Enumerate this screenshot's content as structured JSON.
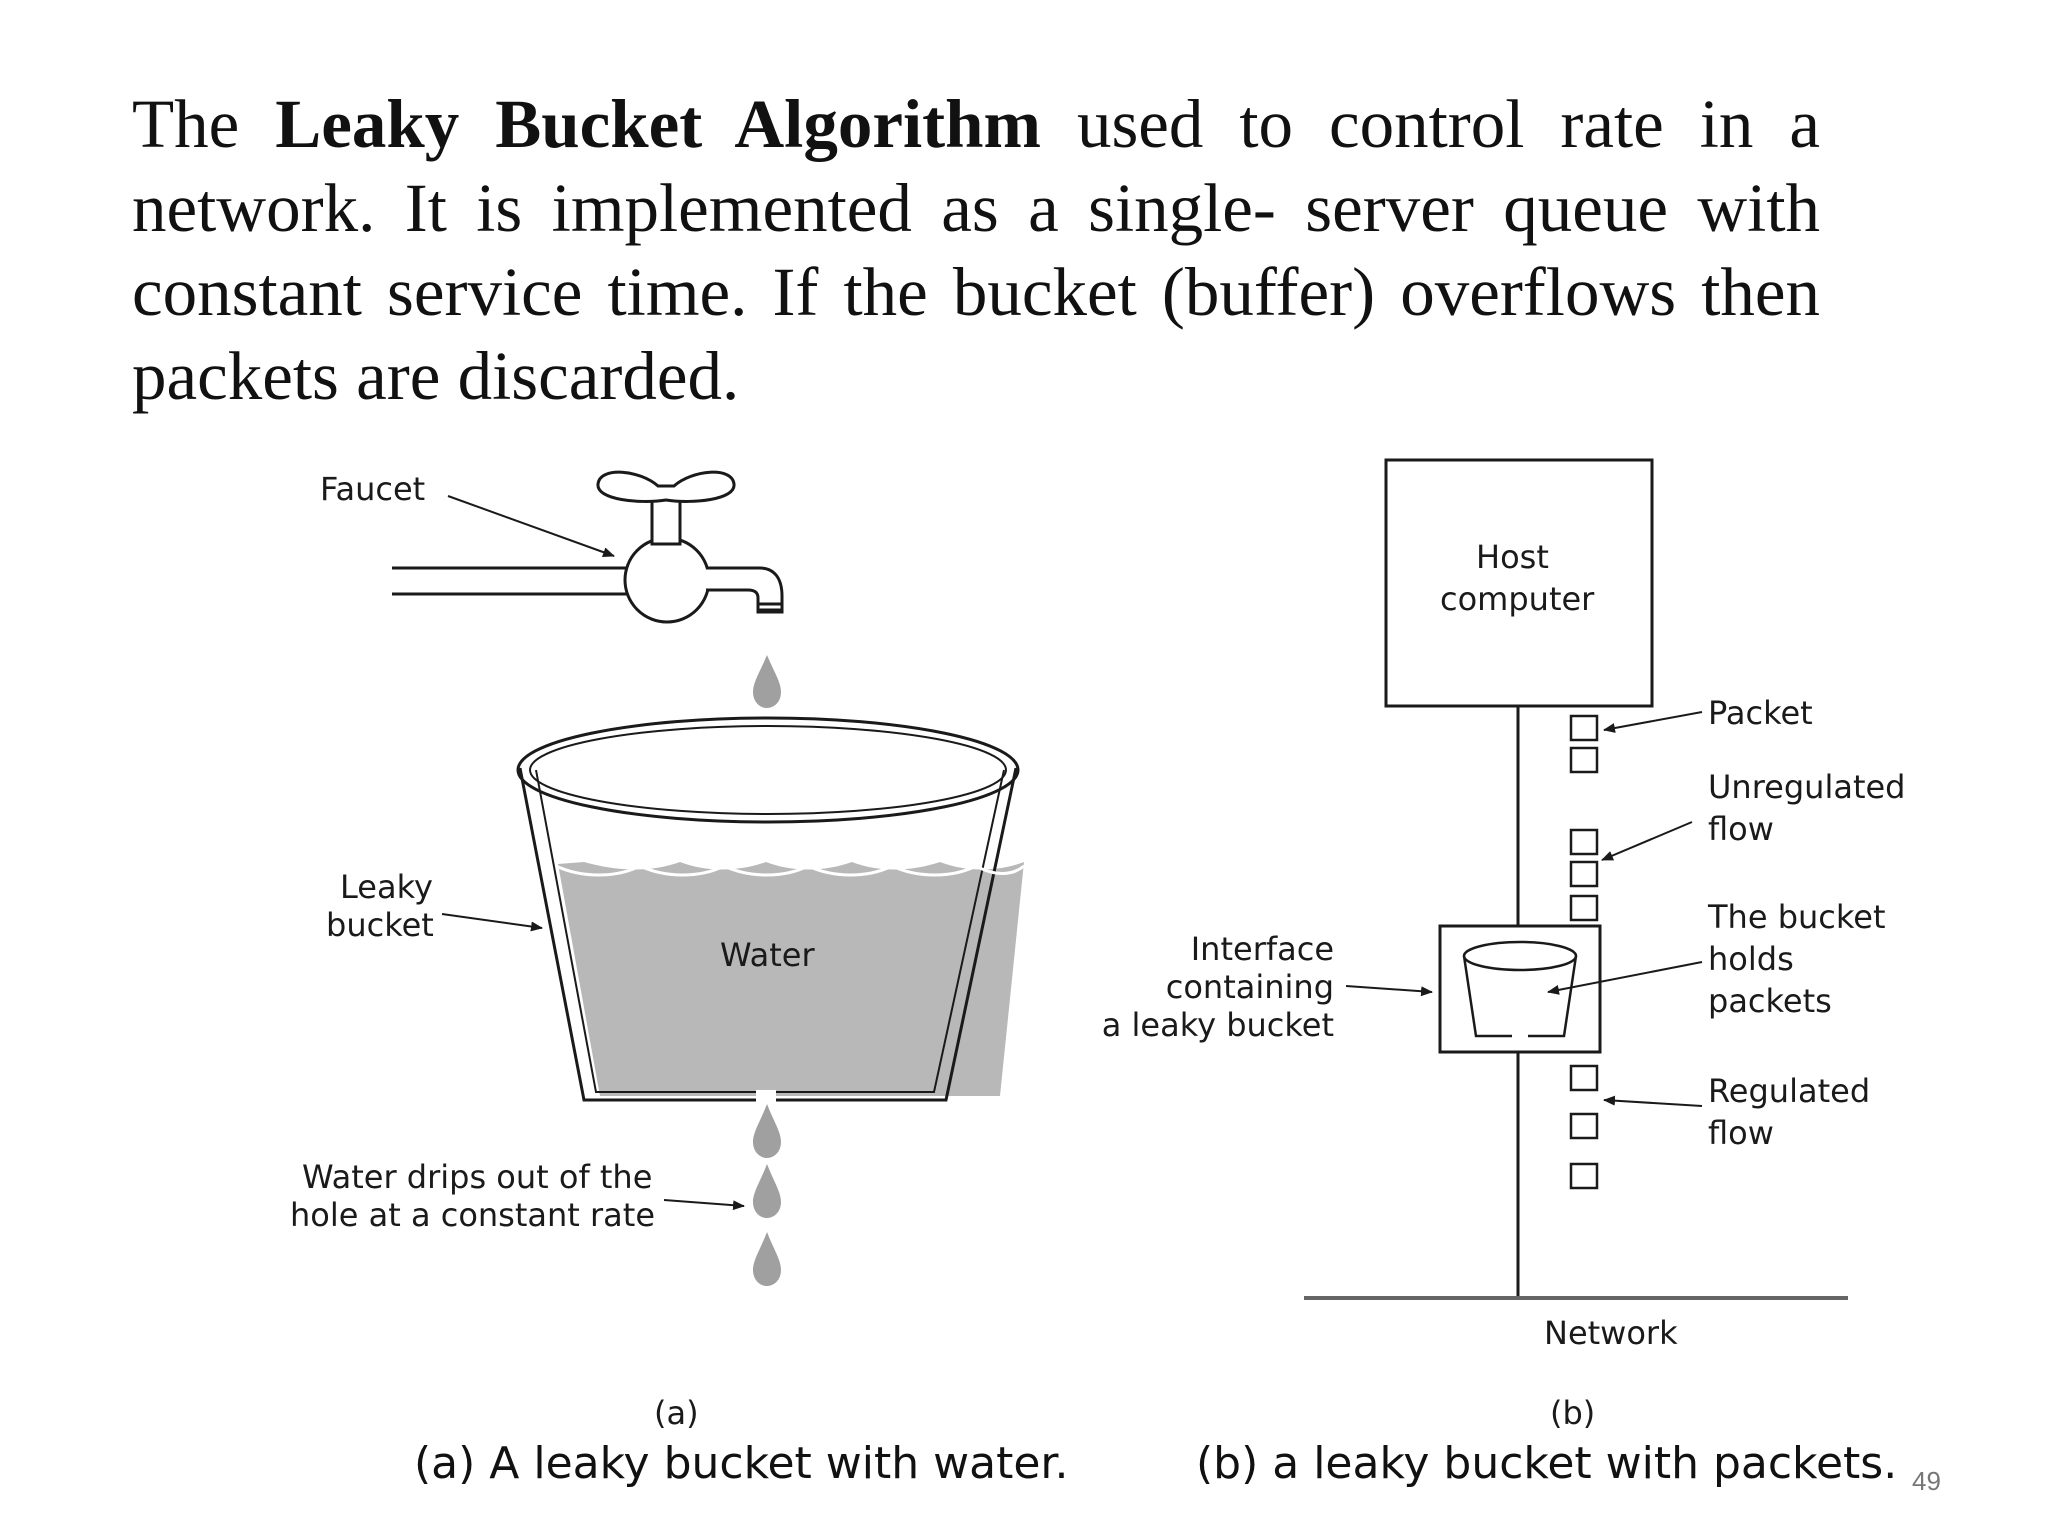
{
  "paragraph": {
    "lead": "The",
    "bold": "Leaky Bucket Algorithm",
    "rest": "used to control rate in a network. It is implemented as a single- server queue with constant service time. If the bucket (buffer) overflows then packets are discarded."
  },
  "figure_a": {
    "faucet": "Faucet",
    "leaky_bucket": [
      "Leaky",
      "bucket"
    ],
    "water": "Water",
    "drips": [
      "Water drips out of the",
      "hole at a constant rate"
    ],
    "sublabel": "(a)"
  },
  "figure_b": {
    "host": [
      "Host",
      "computer"
    ],
    "packet": "Packet",
    "unregulated": [
      "Unregulated",
      "flow"
    ],
    "holds": [
      "The bucket",
      "holds",
      "packets"
    ],
    "interface": [
      "Interface",
      "containing",
      "a leaky bucket"
    ],
    "regulated": [
      "Regulated",
      "flow"
    ],
    "network": "Network",
    "sublabel": "(b)"
  },
  "captions": {
    "a": "(a) A leaky bucket with water.",
    "b": "(b) a leaky bucket with packets."
  },
  "page_number": "49"
}
